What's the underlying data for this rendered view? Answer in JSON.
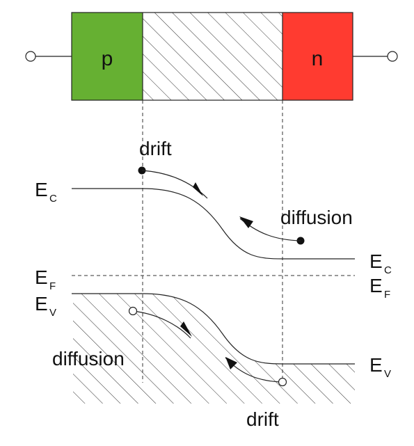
{
  "device": {
    "p_label": "p",
    "n_label": "n",
    "colors": {
      "p": "#66b032",
      "n": "#ff3b30",
      "line": "#222222",
      "hatch": "#333333"
    }
  },
  "bands": {
    "ec_left": {
      "main": "E",
      "sub": "C"
    },
    "ec_right": {
      "main": "E",
      "sub": "C"
    },
    "ef_left": {
      "main": "E",
      "sub": "F"
    },
    "ef_right": {
      "main": "E",
      "sub": "F"
    },
    "ev_left": {
      "main": "E",
      "sub": "V"
    },
    "ev_right": {
      "main": "E",
      "sub": "V"
    }
  },
  "carriers": {
    "electron_drift": "drift",
    "electron_diffusion": "diffusion",
    "hole_diffusion": "diffusion",
    "hole_drift": "drift"
  }
}
